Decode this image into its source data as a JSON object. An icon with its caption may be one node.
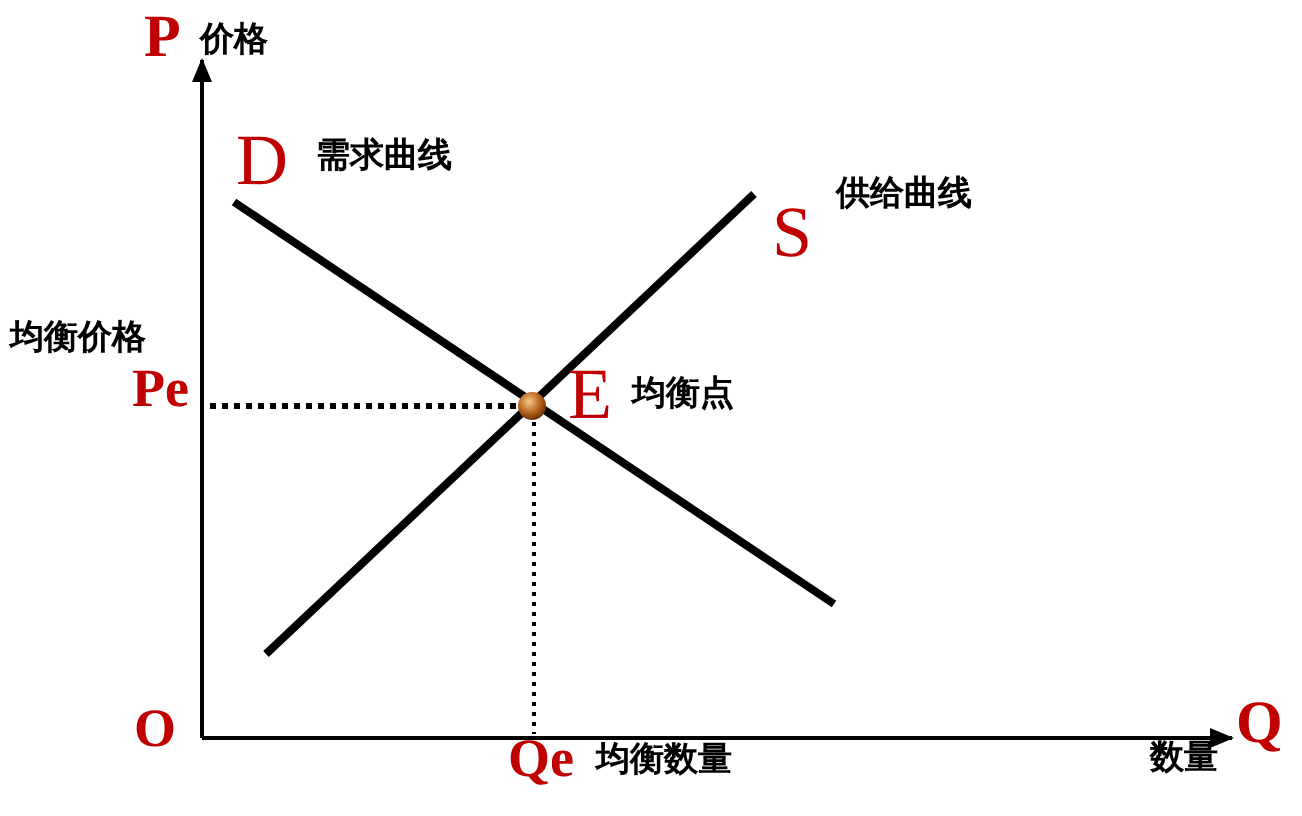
{
  "diagram": {
    "labels": [
      "P",
      "价格",
      "D",
      "需求曲线",
      "S",
      "供给曲线",
      "均衡价格",
      "Pe",
      "E",
      "均衡点",
      "O",
      "Q",
      "数量",
      "Qe",
      "均衡数量"
    ]
  }
}
